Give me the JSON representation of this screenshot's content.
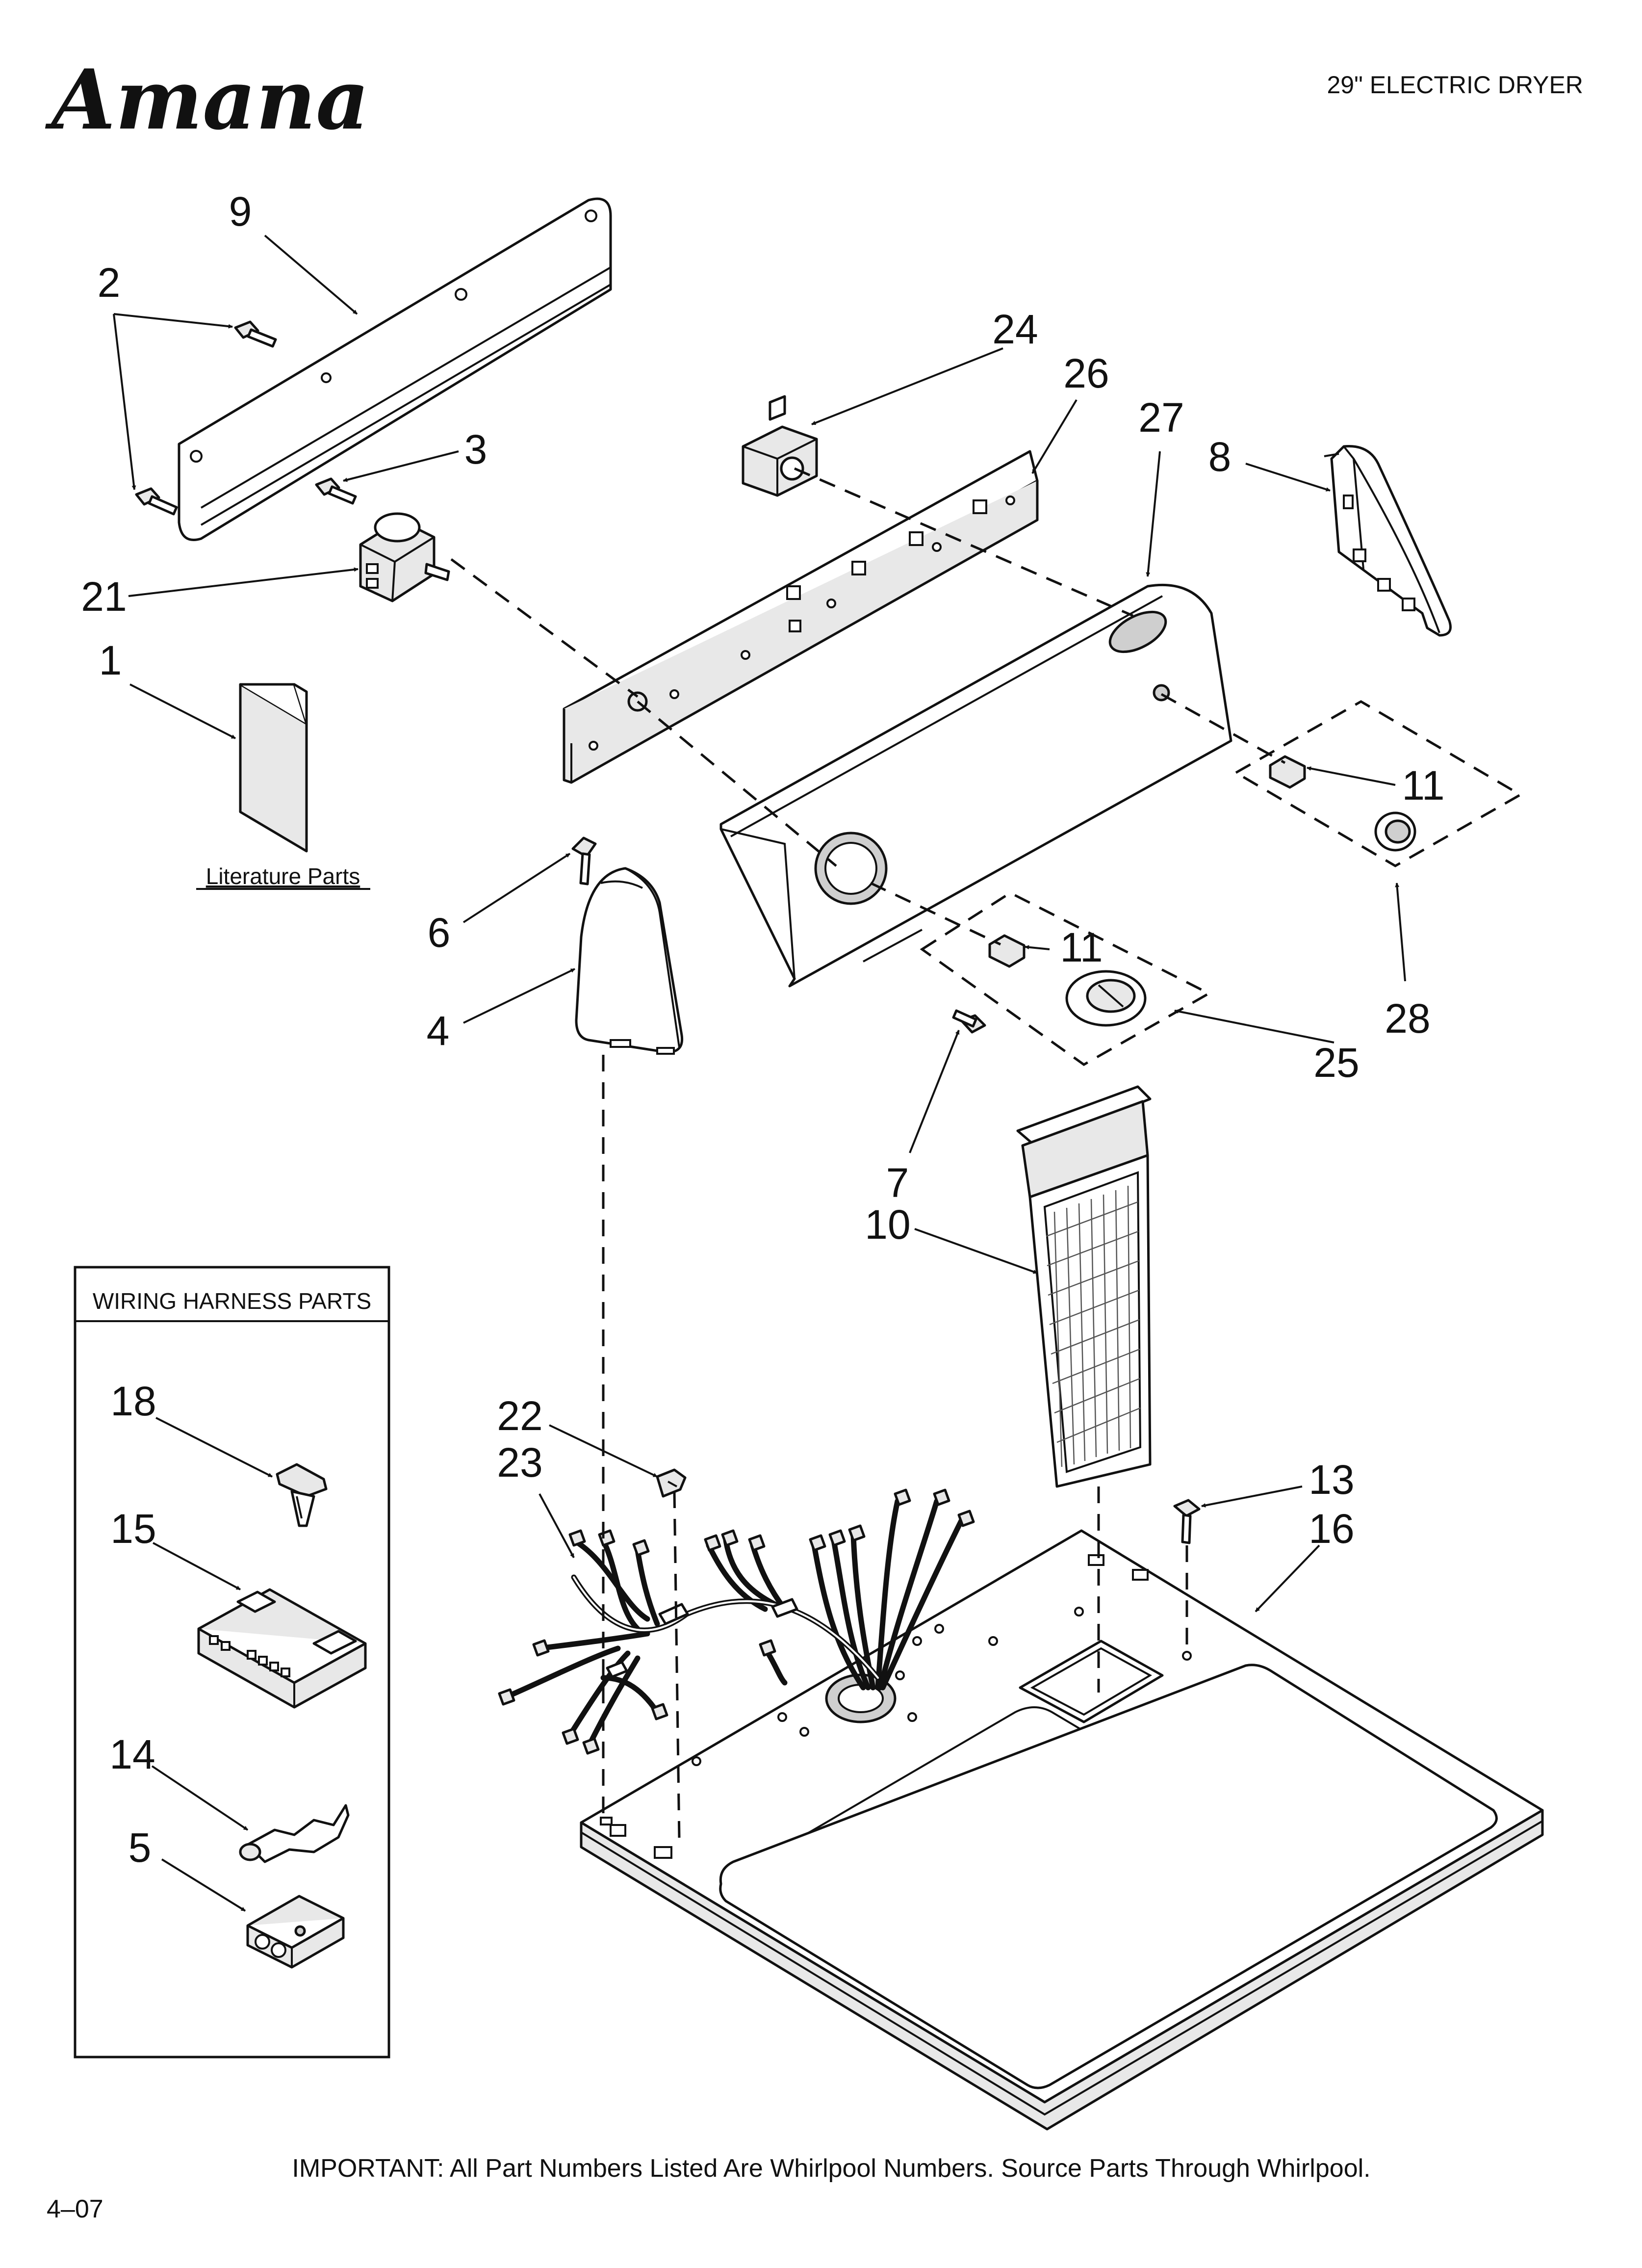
{
  "brand": "Amana",
  "document_title": "29\" ELECTRIC DRYER",
  "footer_note": "IMPORTANT: All Part Numbers Listed Are Whirlpool Numbers. Source Parts Through Whirlpool.",
  "date_code": "4–07",
  "literature_label": "Literature Parts",
  "wiring_box_title": "WIRING HARNESS PARTS",
  "part_labels": {
    "p1": "1",
    "p2": "2",
    "p3": "3",
    "p4": "4",
    "p5": "5",
    "p6": "6",
    "p7": "7",
    "p8": "8",
    "p9": "9",
    "p10": "10",
    "p11a": "11",
    "p11b": "11",
    "p13": "13",
    "p14": "14",
    "p15": "15",
    "p16": "16",
    "p18": "18",
    "p21": "21",
    "p22": "22",
    "p23": "23",
    "p24": "24",
    "p25": "25",
    "p26": "26",
    "p27": "27",
    "p28": "28"
  }
}
